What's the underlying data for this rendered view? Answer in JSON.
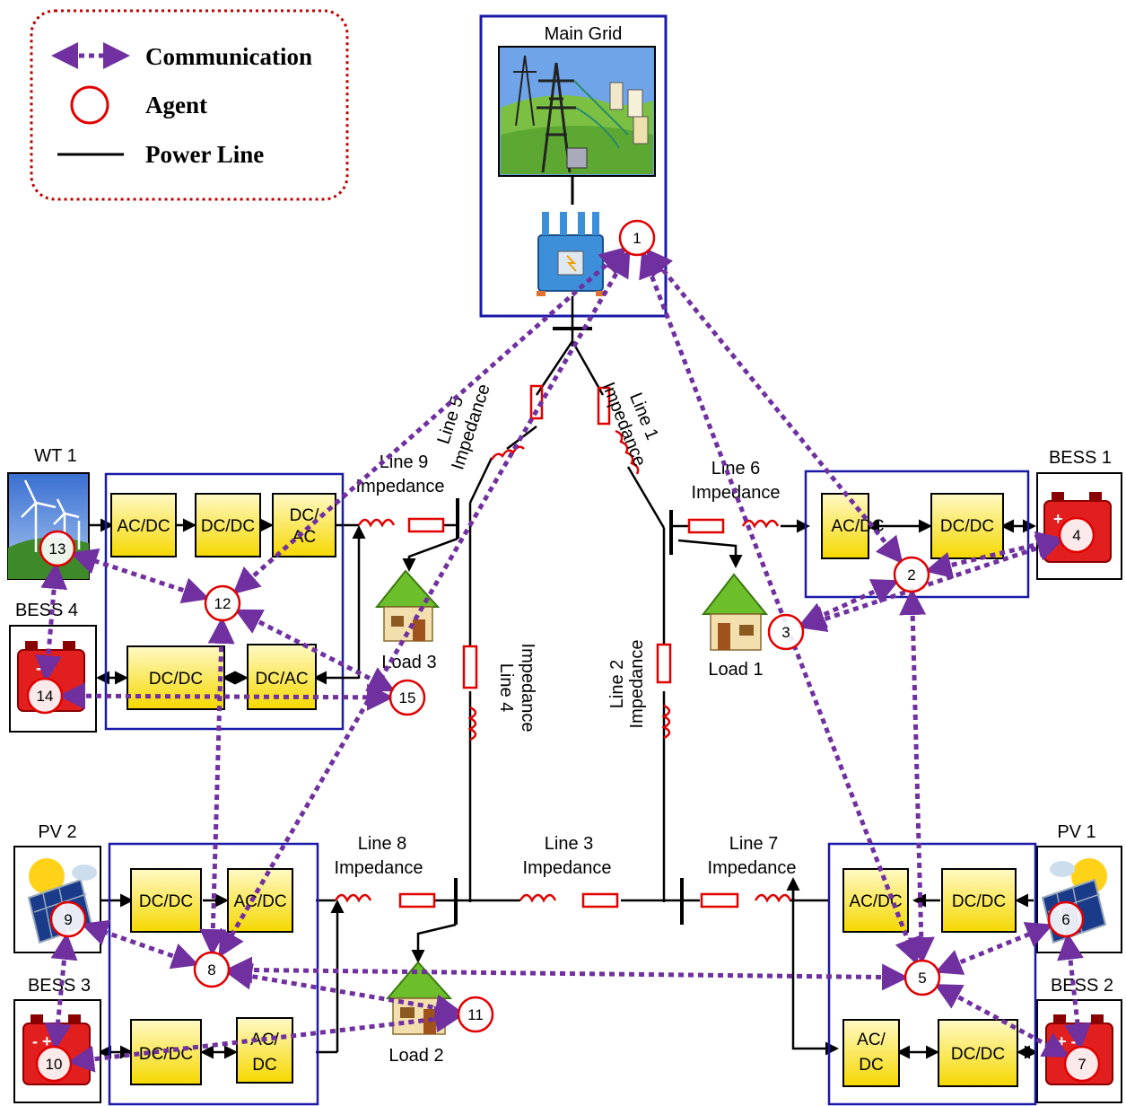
{
  "legend": {
    "communication": "Communication",
    "agent": "Agent",
    "power_line": "Power Line"
  },
  "main_grid": {
    "title": "Main Grid"
  },
  "sources": {
    "wt1": "WT 1",
    "bess1": "BESS 1",
    "bess2": "BESS 2",
    "bess3": "BESS 3",
    "bess4": "BESS 4",
    "pv1": "PV 1",
    "pv2": "PV 2"
  },
  "converters": {
    "acdc": "AC/DC",
    "dcdc": "DC/DC",
    "dcac": "DC/AC",
    "dc_slash": "DC/",
    "ac_part": "AC",
    "ac_slash": "AC/",
    "dc_part": "DC"
  },
  "loads": {
    "load1": "Load 1",
    "load2": "Load 2",
    "load3": "Load 3"
  },
  "lines": {
    "line1": "Line 1",
    "line2": "Line 2",
    "line3": "Line 3",
    "line4": "Line 4",
    "line5": "Line 5",
    "line6": "Line 6",
    "line7": "Line 7",
    "line8": "Line 8",
    "line9": "Line 9",
    "impedance": "Impedance"
  },
  "agents": [
    "1",
    "2",
    "3",
    "4",
    "5",
    "6",
    "7",
    "8",
    "9",
    "10",
    "11",
    "12",
    "13",
    "14",
    "15"
  ],
  "colors": {
    "communication": "#7030a0",
    "agent": "#e00000",
    "power_line": "#000000",
    "box_border": "#1a1aa8",
    "legend_border": "#c00000",
    "impedance": "#e00000",
    "converter_fill": "#ffe600"
  }
}
